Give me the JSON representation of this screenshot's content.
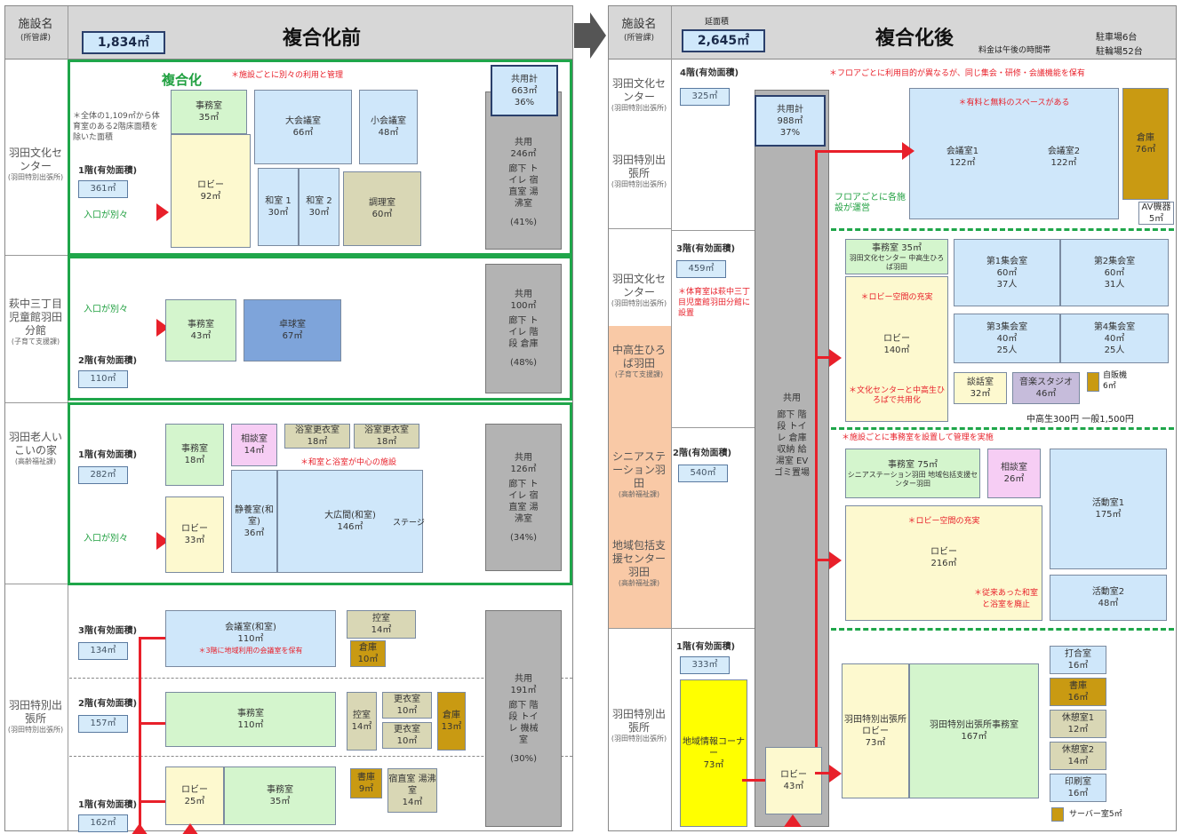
{
  "left": {
    "header": {
      "facility_label": "施設名",
      "dept_label": "(所管課)",
      "area": "1,834㎡",
      "title": "複合化前"
    },
    "complex_label": "複合化",
    "complex_note": "＊施設ごとに別々の利用と管理",
    "total_note": "＊全体の1,109㎡から体育室のある2階床面積を除いた面積",
    "sections": {
      "bunka": {
        "name": "羽田文化センター",
        "dept": "(羽田特別出張所)",
        "floor": "1階(有効面積)",
        "area": "361㎡",
        "entry": "入口が別々",
        "common": {
          "title": "共用計",
          "area": "663㎡",
          "pct": "36%",
          "label": "共用",
          "value": "246㎡",
          "items": "廊下 トイレ 宿直室 湯沸室",
          "ratio": "(41%)"
        },
        "rooms": {
          "office": "事務室",
          "office_a": "35㎡",
          "lobby": "ロビー",
          "lobby_a": "92㎡",
          "large": "大会議室",
          "large_a": "66㎡",
          "small": "小会議室",
          "small_a": "48㎡",
          "wa1": "和室 1",
          "wa1_a": "30㎡",
          "wa2": "和室 2",
          "wa2_a": "30㎡",
          "cook": "調理室",
          "cook_a": "60㎡"
        }
      },
      "jido": {
        "name": "萩中三丁目児童館羽田分館",
        "dept": "(子育て支援課)",
        "floor": "2階(有効面積)",
        "area": "110㎡",
        "entry": "入口が別々",
        "common": {
          "label": "共用",
          "value": "100㎡",
          "items": "廊下 トイレ 階段 倉庫",
          "ratio": "(48%)"
        },
        "rooms": {
          "office": "事務室",
          "office_a": "43㎡",
          "pingpong": "卓球室",
          "pingpong_a": "67㎡"
        }
      },
      "rojin": {
        "name": "羽田老人いこいの家",
        "dept": "(高齢福祉課)",
        "floor": "1階(有効面積)",
        "area": "282㎡",
        "entry": "入口が別々",
        "note": "＊和室と浴室が中心の施設",
        "common": {
          "label": "共用",
          "value": "126㎡",
          "items": "廊下 トイレ 宿直室 湯沸室",
          "ratio": "(34%)"
        },
        "rooms": {
          "office": "事務室",
          "office_a": "18㎡",
          "consult": "相談室",
          "consult_a": "14㎡",
          "bath1": "浴室更衣室",
          "bath1_a": "18㎡",
          "bath2": "浴室更衣室",
          "bath2_a": "18㎡",
          "lobby": "ロビー",
          "lobby_a": "33㎡",
          "quiet": "静養室(和室)",
          "quiet_a": "36㎡",
          "hall": "大広間(和室)",
          "hall_a": "146㎡",
          "stage": "ステージ"
        }
      },
      "shutcho": {
        "name": "羽田特別出張所",
        "dept": "(羽田特別出張所)",
        "f3": "3階(有効面積)",
        "f3_area": "134㎡",
        "f2": "2階(有効面積)",
        "f2_area": "157㎡",
        "f1": "1階(有効面積)",
        "f1_area": "162㎡",
        "meeting": "会議室(和室)",
        "meeting_a": "110㎡",
        "meeting_note": "＊3階に地域利用の会議室を保有",
        "hikae": "控室",
        "hikae_a": "14㎡",
        "store": "倉庫",
        "store_a": "10㎡",
        "office2": "事務室",
        "office2_a": "110㎡",
        "hikae2": "控室",
        "hikae2_a": "14㎡",
        "change1": "更衣室",
        "change1_a": "10㎡",
        "change2": "更衣室",
        "change2_a": "10㎡",
        "store2": "倉庫",
        "store2_a": "13㎡",
        "lobby": "ロビー",
        "lobby_a": "25㎡",
        "office1": "事務室",
        "office1_a": "35㎡",
        "books": "書庫",
        "books_a": "9㎡",
        "night": "宿直室 湯沸室",
        "night_a": "14㎡",
        "common": {
          "label": "共用",
          "value": "191㎡",
          "items": "廊下 階段 トイレ 機械室",
          "ratio": "(30%)"
        }
      }
    }
  },
  "right": {
    "header": {
      "facility_label": "施設名",
      "dept_label": "(所管課)",
      "area_caption": "延面積",
      "area": "2,645㎡",
      "title": "複合化後",
      "hours_note": "料金は午後の時間帯",
      "parking": "駐車場6台",
      "bikes": "駐輪場52台"
    },
    "common": {
      "title": "共用計",
      "area": "988㎡",
      "pct": "37%",
      "label": "共用",
      "items": "廊下 階段 トイレ 倉庫 収納 給湯室 EV ゴミ置場"
    },
    "f4": {
      "floor": "4階(有効面積)",
      "area": "325㎡",
      "note": "＊フロアごとに利用目的が異なるが、同じ集会・研修・会議機能を保有",
      "note2": "＊有料と無料のスペースがある",
      "room1": "会議室1",
      "room1_a": "122㎡",
      "room2": "会議室2",
      "room2_a": "122㎡",
      "store": "倉庫",
      "store_a": "76㎡",
      "av": "AV機器",
      "av_a": "5㎡",
      "managed": "フロアごとに各施設が運営"
    },
    "f3": {
      "floor": "3階(有効面積)",
      "area": "459㎡",
      "note": "＊体育室は萩中三丁目児童館羽田分館に設置",
      "lobby_note": "＊ロビー空間の充実",
      "lobby": "ロビー",
      "lobby_a": "140㎡",
      "share_note": "＊文化センターと中高生ひろばで共用化",
      "office": "事務室 35㎡",
      "office_sub": "羽田文化センター 中高生ひろば羽田",
      "h1": "第1集会室",
      "h1_a": "60㎡",
      "h1_p": "37人",
      "h2": "第2集会室",
      "h2_a": "60㎡",
      "h2_p": "31人",
      "h3": "第3集会室",
      "h3_a": "40㎡",
      "h3_p": "25人",
      "h4": "第4集会室",
      "h4_a": "40㎡",
      "h4_p": "25人",
      "talk": "談話室",
      "talk_a": "32㎡",
      "music": "音楽スタジオ",
      "music_a": "46㎡",
      "vend": "自販機",
      "vend_a": "6㎡",
      "fee": "中高生300円 一般1,500円"
    },
    "f2": {
      "floor": "2階(有効面積)",
      "area": "540㎡",
      "note": "＊施設ごとに事務室を設置して管理を実施",
      "office": "事務室 75㎡",
      "office_sub": "シニアステーション羽田 地域包括支援センター羽田",
      "consult": "相談室",
      "consult_a": "26㎡",
      "act1": "活動室1",
      "act1_a": "175㎡",
      "act2": "活動室2",
      "act2_a": "48㎡",
      "lobby_note": "＊ロビー空間の充実",
      "lobby": "ロビー",
      "lobby_a": "216㎡",
      "old_note": "＊従来あった和室と浴室を廃止"
    },
    "f1": {
      "floor": "1階(有効面積)",
      "area": "333㎡",
      "info": "地域情報コーナー",
      "info_a": "73㎡",
      "lobby": "ロビー",
      "lobby_a": "43㎡",
      "slobby": "羽田特別出張所ロビー",
      "slobby_a": "73㎡",
      "office": "羽田特別出張所事務室",
      "office_a": "167㎡",
      "meet": "打合室",
      "meet_a": "16㎡",
      "books": "書庫",
      "books_a": "16㎡",
      "rest1": "休憩室1",
      "rest1_a": "12㎡",
      "rest2": "休憩室2",
      "rest2_a": "14㎡",
      "print": "印刷室",
      "print_a": "16㎡",
      "server": "サーバー室5㎡"
    },
    "facilities": {
      "a": {
        "name": "羽田文化センター",
        "dept": "(羽田特別出張所)"
      },
      "b": {
        "name": "羽田特別出張所",
        "dept": "(羽田特別出張所)"
      },
      "c": {
        "name": "羽田文化センター",
        "dept": "(羽田特別出張所)"
      },
      "d": {
        "name": "中高生ひろば羽田",
        "dept": "(子育て支援課)"
      },
      "e": {
        "name": "シニアステーション羽田",
        "dept": "(高齢福祉課)"
      },
      "f": {
        "name": "地域包括支援センター羽田",
        "dept": "(高齢福祉課)"
      },
      "g": {
        "name": "羽田特別出張所",
        "dept": "(羽田特別出張所)"
      }
    }
  }
}
